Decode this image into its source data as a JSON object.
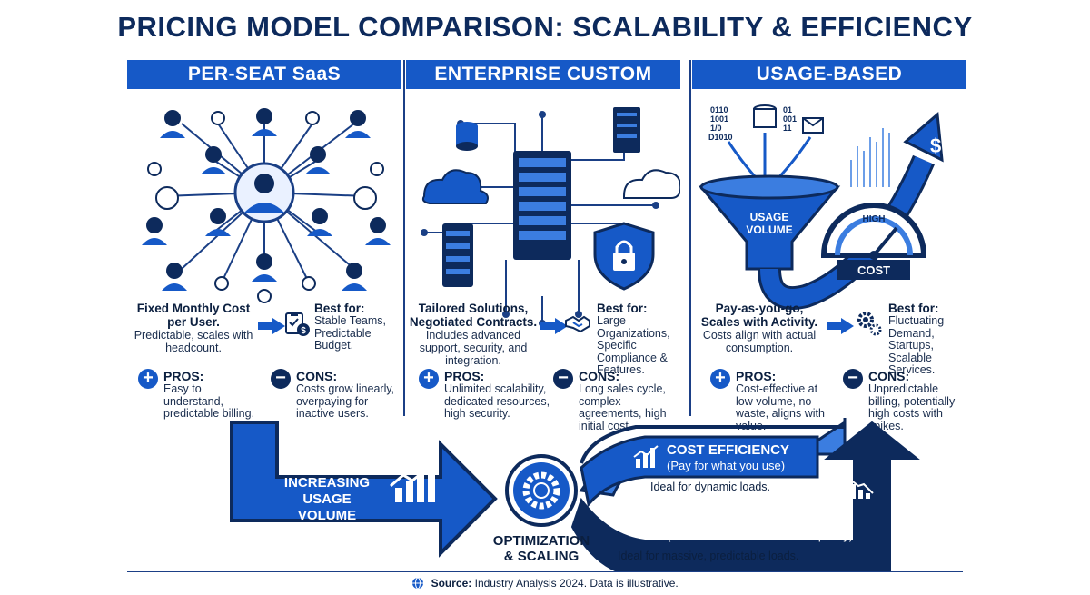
{
  "title": "PRICING MODEL COMPARISON: SCALABILITY & EFFICIENCY",
  "columns": [
    {
      "header": "PER-SEAT SaaS",
      "desc_strong": "Fixed Monthly Cost per User.",
      "desc_sub": "Predictable, scales with headcount.",
      "best_title": "Best for:",
      "best_text": "Stable Teams, Predictable Budget.",
      "pros_title": "PROS:",
      "pros_text": "Easy to understand, predictable billing.",
      "cons_title": "CONS:",
      "cons_text": "Costs grow linearly, overpaying for inactive users."
    },
    {
      "header": "ENTERPRISE CUSTOM",
      "desc_strong": "Tailored Solutions, Negotiated Contracts.",
      "desc_sub": "Includes advanced support, security, and integration.",
      "best_title": "Best for:",
      "best_text": "Large Organizations, Specific Compliance & Features.",
      "pros_title": "PROS:",
      "pros_text": "Unlimited scalability, dedicated resources, high security.",
      "cons_title": "CONS:",
      "cons_text": "Long sales cycle, complex agreements, high initial cost."
    },
    {
      "header": "USAGE-BASED",
      "desc_strong": "Pay-as-you-go, Scales with Activity.",
      "desc_sub": "Costs align with actual consumption.",
      "best_title": "Best for:",
      "best_text": "Fluctuating Demand, Startups, Scalable Services.",
      "pros_title": "PROS:",
      "pros_text": "Cost-effective at low volume, no waste, aligns with value.",
      "cons_title": "CONS:",
      "cons_text": "Unpredictable billing, potentially high costs with spikes."
    }
  ],
  "usage_illus": {
    "funnel_label_1": "USAGE",
    "funnel_label_2": "VOLUME",
    "gauge_high": "HIGH",
    "gauge_cost": "COST",
    "binary_1": "0110",
    "binary_2": "1001",
    "binary_3": "1/0",
    "binary_4": "D1010",
    "binary_5": "01",
    "binary_6": "001",
    "binary_7": "11",
    "dollar": "$"
  },
  "flow": {
    "increasing_1": "INCREASING",
    "increasing_2": "USAGE VOLUME",
    "optimization_1": "OPTIMIZATION",
    "optimization_2": "& SCALING",
    "ce1_title": "COST EFFICIENCY",
    "ce1_sub": "(Pay for what you use)",
    "ce1_ideal": "Ideal for dynamic loads.",
    "ce2_title": "COST EFFICIENCY",
    "ce2_sub": "(Volume discounts & fixed capacity)",
    "ce2_ideal": "Ideal for massive, predictable loads."
  },
  "source_label": "Source:",
  "source_text": "Industry Analysis 2024. Data is illustrative.",
  "colors": {
    "primary": "#1659c7",
    "navy": "#0d2a5c",
    "light_blue": "#3b7de0"
  },
  "icons": [
    "people-network-icon",
    "server-network-icon",
    "cloud-icon",
    "shield-lock-icon",
    "database-icon",
    "funnel-icon",
    "gauge-icon",
    "growth-arrow-icon",
    "clipboard-dollar-icon",
    "handshake-icon",
    "gears-icon",
    "plus-icon",
    "minus-icon",
    "gear-sync-icon",
    "bar-chart-up-icon",
    "bar-chart-down-icon",
    "server-stack-icon",
    "globe-icon"
  ]
}
